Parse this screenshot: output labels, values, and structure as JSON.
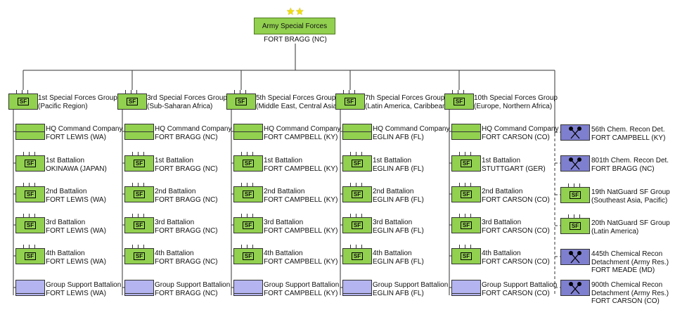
{
  "command": {
    "name": "Army Special Forces",
    "location": "FORT BRAGG (NC)",
    "stars": [
      "★",
      "★"
    ],
    "color": "#92d050"
  },
  "unit_badge": "SF",
  "colors": {
    "special_forces": "#92d050",
    "support_battalion": "#b4b4f0",
    "chemical_recon": "#7f7fcf",
    "lines": "#333333"
  },
  "groups": [
    {
      "name": "1st Special Forces Group",
      "region": "(Pacific Region)",
      "units": [
        {
          "type": "hq",
          "name": "HQ Command Company",
          "location": "FORT LEWIS (WA)"
        },
        {
          "type": "sf",
          "name": "1st Battalion",
          "location": "OKINAWA (JAPAN)"
        },
        {
          "type": "sf",
          "name": "2nd Battalion",
          "location": "FORT LEWIS (WA)"
        },
        {
          "type": "sf",
          "name": "3rd Battalion",
          "location": "FORT LEWIS (WA)"
        },
        {
          "type": "sf",
          "name": "4th Battalion",
          "location": "FORT LEWIS (WA)"
        },
        {
          "type": "gsb",
          "name": "Group Support Battalion",
          "location": "FORT LEWIS (WA)"
        }
      ]
    },
    {
      "name": "3rd Special Forces Group",
      "region": "(Sub-Saharan Africa)",
      "units": [
        {
          "type": "hq",
          "name": "HQ Command Company",
          "location": "FORT BRAGG (NC)"
        },
        {
          "type": "sf",
          "name": "1st Battalion",
          "location": "FORT BRAGG (NC)"
        },
        {
          "type": "sf",
          "name": "2nd Battalion",
          "location": "FORT BRAGG (NC)"
        },
        {
          "type": "sf",
          "name": "3rd Battalion",
          "location": "FORT BRAGG (NC)"
        },
        {
          "type": "sf",
          "name": "4th Battalion",
          "location": "FORT BRAGG (NC)"
        },
        {
          "type": "gsb",
          "name": "Group Support Battalion",
          "location": "FORT BRAGG (NC)"
        }
      ]
    },
    {
      "name": "5th Special Forces Group",
      "region": "(Middle East, Central Asia)",
      "units": [
        {
          "type": "hq",
          "name": "HQ Command Company",
          "location": "FORT CAMPBELL (KY)"
        },
        {
          "type": "sf",
          "name": "1st Battalion",
          "location": "FORT CAMPBELL (KY)"
        },
        {
          "type": "sf",
          "name": "2nd Battalion",
          "location": "FORT CAMPBELL (KY)"
        },
        {
          "type": "sf",
          "name": "3rd Battalion",
          "location": "FORT CAMPBELL (KY)"
        },
        {
          "type": "sf",
          "name": "4th Battalion",
          "location": "FORT CAMPBELL (KY)"
        },
        {
          "type": "gsb",
          "name": "Group Support Battalion",
          "location": "FORT CAMPBELL (KY)"
        }
      ]
    },
    {
      "name": "7th Special Forces Group",
      "region": "(Latin America, Caribbean)",
      "units": [
        {
          "type": "hq",
          "name": "HQ Command Company",
          "location": "EGLIN AFB (FL)"
        },
        {
          "type": "sf",
          "name": "1st Battalion",
          "location": "EGLIN AFB (FL)"
        },
        {
          "type": "sf",
          "name": "2nd Battalion",
          "location": "EGLIN AFB (FL)"
        },
        {
          "type": "sf",
          "name": "3rd Battalion",
          "location": "EGLIN AFB (FL)"
        },
        {
          "type": "sf",
          "name": "4th Battalion",
          "location": "EGLIN AFB (FL)"
        },
        {
          "type": "gsb",
          "name": "Group Support Battalion",
          "location": "EGLIN AFB (FL)"
        }
      ]
    },
    {
      "name": "10th Special Forces Group",
      "region": "(Europe, Northern Africa)",
      "units": [
        {
          "type": "hq",
          "name": "HQ Command Company",
          "location": "FORT CARSON (CO)"
        },
        {
          "type": "sf",
          "name": "1st Battalion",
          "location": "STUTTGART (GER)"
        },
        {
          "type": "sf",
          "name": "2nd Battalion",
          "location": "FORT CARSON (CO)"
        },
        {
          "type": "sf",
          "name": "3rd Battalion",
          "location": "FORT CARSON (CO)"
        },
        {
          "type": "sf",
          "name": "4th Battalion",
          "location": "FORT CARSON (CO)"
        },
        {
          "type": "gsb",
          "name": "Group Support Battalion",
          "location": "FORT CARSON (CO)"
        }
      ]
    }
  ],
  "attached_units": [
    {
      "type": "chem",
      "lines": [
        "56th Chem. Recon Det.",
        "FORT CAMPBELL (KY)"
      ]
    },
    {
      "type": "chem",
      "lines": [
        "801th Chem. Recon Det.",
        "FORT BRAGG (NC)"
      ]
    },
    {
      "type": "sf",
      "lines": [
        "19th NatGuard SF Group",
        "(Southeast Asia, Pacific)"
      ]
    },
    {
      "type": "sf",
      "lines": [
        "20th NatGuard SF Group",
        "(Latin America)"
      ]
    },
    {
      "type": "chem",
      "lines": [
        "445th Chemical Recon",
        "Detachment (Army Res.)",
        "FORT MEADE (MD)"
      ]
    },
    {
      "type": "chem",
      "lines": [
        "900th Chemical Recon",
        "Detachment (Army Res.)",
        "FORT CARSON (CO)"
      ]
    }
  ]
}
